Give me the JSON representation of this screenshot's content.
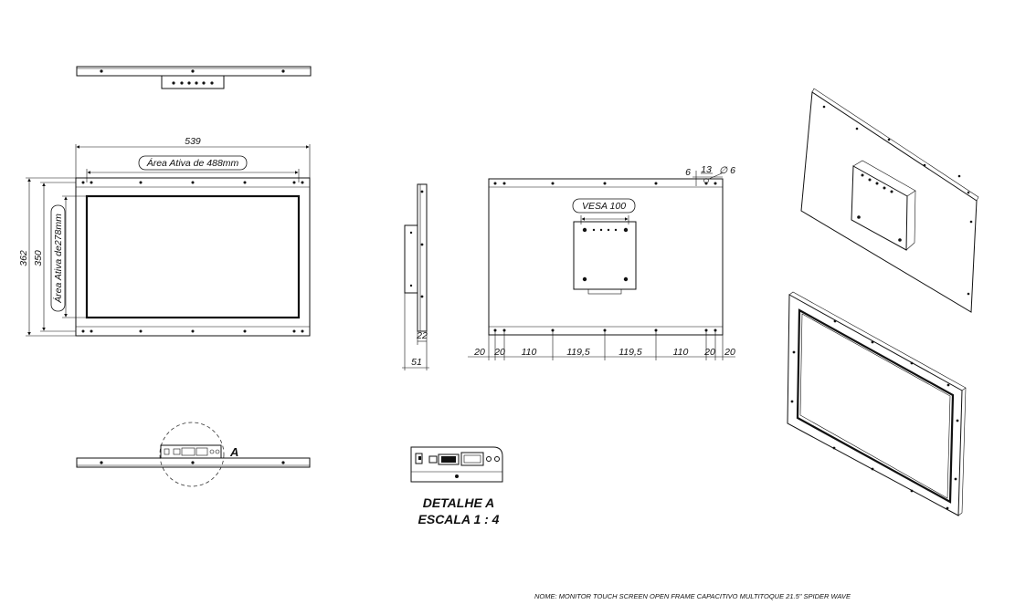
{
  "front_view": {
    "width_label": "539",
    "active_width_label": "Área Ativa de 488mm",
    "height_label": "362",
    "inner_height_label": "350",
    "active_height_label": "Área Ativa de278mm"
  },
  "side_view": {
    "depth_label": "22",
    "total_depth_label": "51"
  },
  "rear_view": {
    "vesa_label": "VESA 100",
    "hole_offset_label": "6",
    "hole_spacing_label": "13",
    "hole_diameter_label": "∅ 6",
    "bottom_dims": [
      "20",
      "20",
      "110",
      "119,5",
      "119,5",
      "110",
      "20",
      "20"
    ]
  },
  "bottom_view": {
    "detail_marker": "A"
  },
  "detail": {
    "title": "DETALHE A",
    "scale": "ESCALA 1 : 4"
  },
  "footer": {
    "name": "NOME: MONITOR TOUCH SCREEN OPEN FRAME CAPACITIVO MULTITOQUE 21.5\" SPIDER WAVE"
  }
}
